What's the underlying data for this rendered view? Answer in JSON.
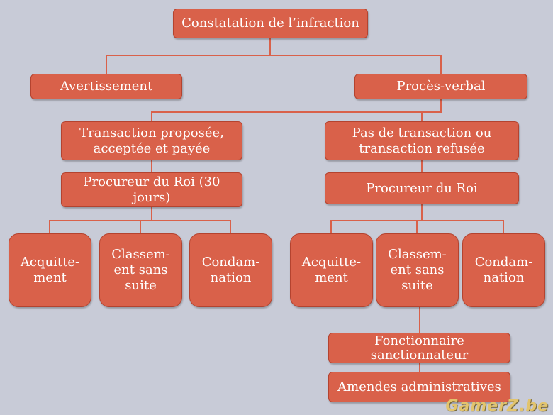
{
  "diagram": {
    "root": "Constatation de l’infraction",
    "avertissement": "Avertissement",
    "proces_verbal": "Procès-verbal",
    "left": {
      "transaction": "Transaction proposée, acceptée et payée",
      "procureur": "Procureur du Roi (30 jours)",
      "outcomes": [
        "Acquitte-ment",
        "Classem-ent sans suite",
        "Condam-nation"
      ]
    },
    "right": {
      "transaction": "Pas de transaction ou transaction refusée",
      "procureur": "Procureur du Roi",
      "outcomes": [
        "Acquitte-ment",
        "Classem-ent sans suite",
        "Condam-nation"
      ],
      "fonctionnaire": "Fonctionnaire sanctionnateur",
      "amendes": "Amendes administratives"
    }
  },
  "watermark": "GamerZ.be",
  "colors": {
    "background": "#c8cbd7",
    "box_fill": "#d9614a",
    "box_border": "#b4432f",
    "connector": "#d9614a",
    "text": "#ffffff"
  }
}
